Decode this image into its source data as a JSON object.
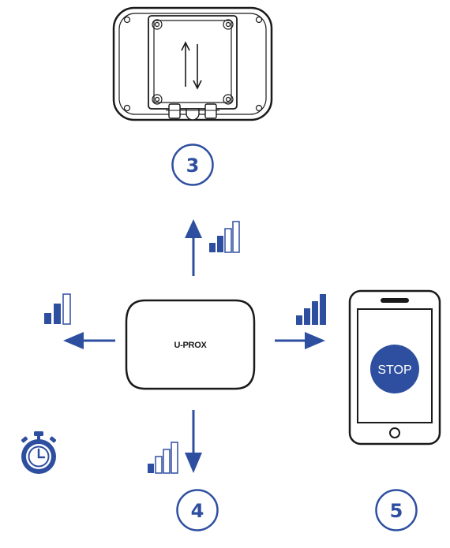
{
  "steps": {
    "step3": "3",
    "step4": "4",
    "step5": "5"
  },
  "hub": {
    "brand": "U-PROX"
  },
  "phone": {
    "stop_label": "STOP"
  },
  "colors": {
    "accent": "#2e4fa0",
    "outline": "#1a1a1a",
    "background": "#ffffff"
  },
  "icons": [
    "keypad-device-back-icon",
    "signal-strength-icon",
    "arrow-icon",
    "hub-device-icon",
    "smartphone-icon",
    "stopwatch-icon"
  ]
}
